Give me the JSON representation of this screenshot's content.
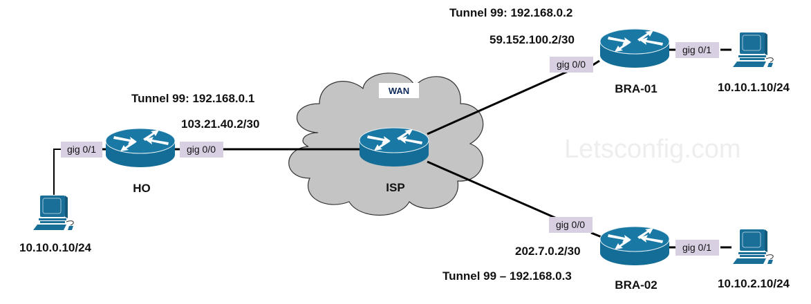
{
  "watermark": "Letsconfig.com",
  "cloud": {
    "label": "WAN",
    "fill": "#c4c4c4"
  },
  "colors": {
    "router": "#136d97",
    "router_top": "#1a78a4",
    "port_bg": "#d9cfe3",
    "pc": "#1a6f99"
  },
  "devices": {
    "ho": {
      "name": "HO",
      "tunnel": "Tunnel 99: 192.168.0.1",
      "wan_ip": "103.21.40.2/30",
      "port_wan": "gig 0/0",
      "port_lan": "gig 0/1"
    },
    "isp": {
      "name": "ISP"
    },
    "bra01": {
      "name": "BRA-01",
      "tunnel": "Tunnel 99: 192.168.0.2",
      "wan_ip": "59.152.100.2/30",
      "port_wan": "gig 0/0",
      "port_lan": "gig 0/1"
    },
    "bra02": {
      "name": "BRA-02",
      "tunnel": "Tunnel 99 – 192.168.0.3",
      "wan_ip": "202.7.0.2/30",
      "port_wan": "gig 0/0",
      "port_lan": "gig 0/1"
    }
  },
  "hosts": {
    "ho_pc": {
      "ip": "10.10.0.10/24"
    },
    "bra01_pc": {
      "ip": "10.10.1.10/24"
    },
    "bra02_pc": {
      "ip": "10.10.2.10/24"
    }
  }
}
